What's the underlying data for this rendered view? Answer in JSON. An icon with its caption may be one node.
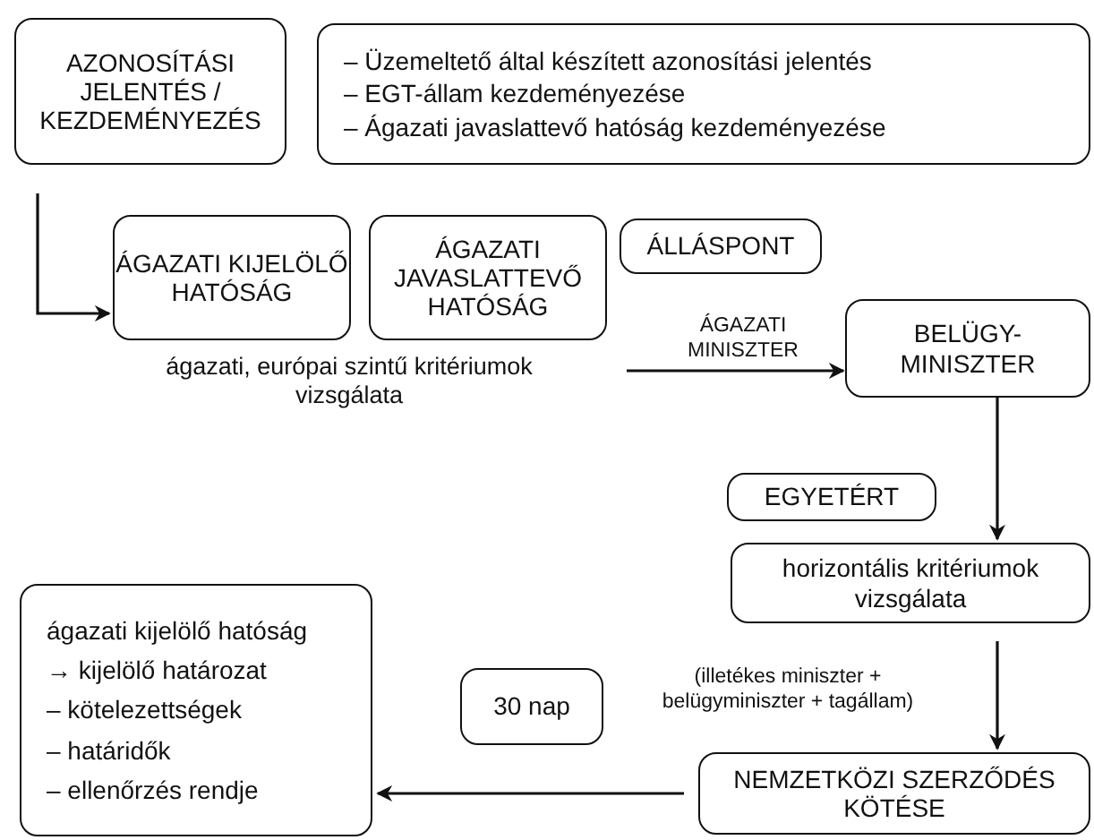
{
  "diagram": {
    "nodes": [
      {
        "text": [
          "AZONOSÍTÁSI JELENTÉS / KEZDEMÉNYEZÉS"
        ]
      },
      {
        "text": [
          "– Üzemeltető által készített azonosítási jelentés",
          "– EGT-állam kezdeményezése",
          "– Ágazati javaslattevő hatóság kezdeményezése"
        ]
      },
      {
        "text": [
          "ÁGAZATI KIJELÖLŐ HATÓSÁG"
        ]
      },
      {
        "text": [
          "ÁGAZATI JAVASLATTEVŐ HATÓSÁG"
        ]
      },
      {
        "text": [
          "ÁLLÁSPONT"
        ]
      },
      {
        "text": [
          "BELÜGY- MINISZTER"
        ]
      },
      {
        "text": [
          "EGYETÉRT"
        ]
      },
      {
        "text": [
          "horizontális kritériumok vizsgálata"
        ]
      },
      {
        "text": [
          "30 nap"
        ]
      },
      {
        "text": [
          "NEMZETKÖZI SZERZŐDÉS KÖTÉSE"
        ]
      },
      {
        "text": [
          "ágazati kijelölő hatóság",
          "→ kijelölő határozat",
          "– kötelezettségek",
          "– határidők",
          "– ellenőrzés rendje"
        ]
      }
    ],
    "edges": [
      {
        "from": 0,
        "to": 2,
        "arrow": "to"
      },
      {
        "from": null,
        "to": 5,
        "arrow": "to",
        "label": "ÁGAZATI MINISZTER"
      },
      {
        "from": 5,
        "to": 7,
        "arrow": "to"
      },
      {
        "from": 7,
        "to": 9,
        "arrow": "to",
        "label": "(illetékes miniszter + belügyminiszter + tagállam)"
      },
      {
        "from": 9,
        "to": 10,
        "arrow": "to"
      }
    ],
    "labels": [
      "ágazati, európai szintű kritériumok vizsgálata"
    ]
  }
}
